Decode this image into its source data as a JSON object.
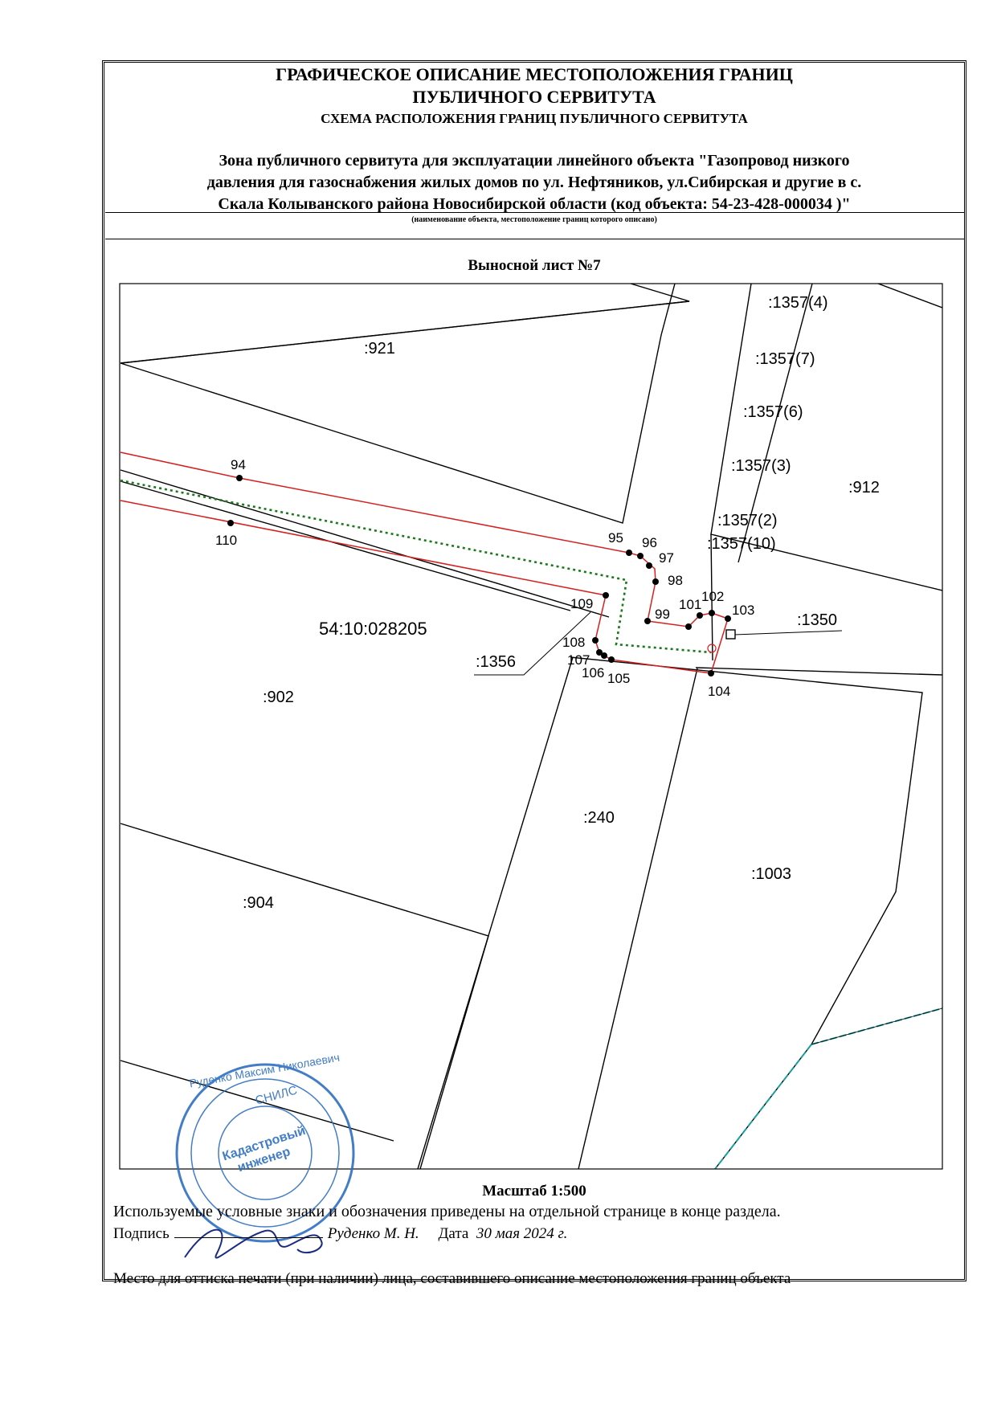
{
  "header": {
    "title_line1": "ГРАФИЧЕСКОЕ ОПИСАНИЕ МЕСТОПОЛОЖЕНИЯ ГРАНИЦ",
    "title_line2": "ПУБЛИЧНОГО СЕРВИТУТА",
    "subtitle": "СХЕМА РАСПОЛОЖЕНИЯ ГРАНИЦ ПУБЛИЧНОГО СЕРВИТУТА",
    "object_line1": "Зона публичного сервитута для эксплуатации линейного объекта \"Газопровод низкого",
    "object_line2": "давления для газоснабжения жилых домов по ул. Нефтяников, ул.Сибирская и другие в с.",
    "object_line3": "Скала Колыванского района Новосибирской области (код объекта: 54-23-428-000034 )\"",
    "object_caption": "(наименование объекта, местоположение границ которого описано)"
  },
  "sheet": {
    "title": "Выносной лист №7"
  },
  "map": {
    "parcels": {
      "p921": ":921",
      "p1357_4": ":1357(4)",
      "p1357_7": ":1357(7)",
      "p1357_6": ":1357(6)",
      "p1357_3": ":1357(3)",
      "p1357_2": ":1357(2)",
      "p1357_10": ":1357(10)",
      "p912": ":912",
      "quarter": "54:10:028205",
      "p1356": ":1356",
      "p1350": ":1350",
      "p902": ":902",
      "p240": ":240",
      "p1003": ":1003",
      "p904": ":904"
    },
    "points": {
      "n94": "94",
      "n110": "110",
      "n95": "95",
      "n96": "96",
      "n97": "97",
      "n98": "98",
      "n99": "99",
      "n101": "101",
      "n102": "102",
      "n103": "103",
      "n104": "104",
      "n105": "105",
      "n106": "106",
      "n107": "107",
      "n108": "108",
      "n109": "109"
    },
    "colors": {
      "boundary": "#d42020",
      "pipeline": "#1a7a1a",
      "border": "#000000",
      "water": "#1aa0a0"
    }
  },
  "footer": {
    "scale": "Масштаб 1:500",
    "legend_note": "Используемые условные знаки и обозначения приведены на отдельной странице в конце раздела.",
    "signature_label": "Подпись",
    "signer": "Руденко М. Н.",
    "date_label": "Дата",
    "date_value": "30 мая 2024 г.",
    "stamp_place": "Место для оттиска печати (при наличии) лица, составившего описание местоположения границ объекта"
  },
  "stamp": {
    "text_outer": "Руденко Максим Николаевич",
    "text_snils": "СНИЛС",
    "text_role_1": "Кадастровый",
    "text_role_2": "инженер",
    "color": "#2f6fc0"
  }
}
